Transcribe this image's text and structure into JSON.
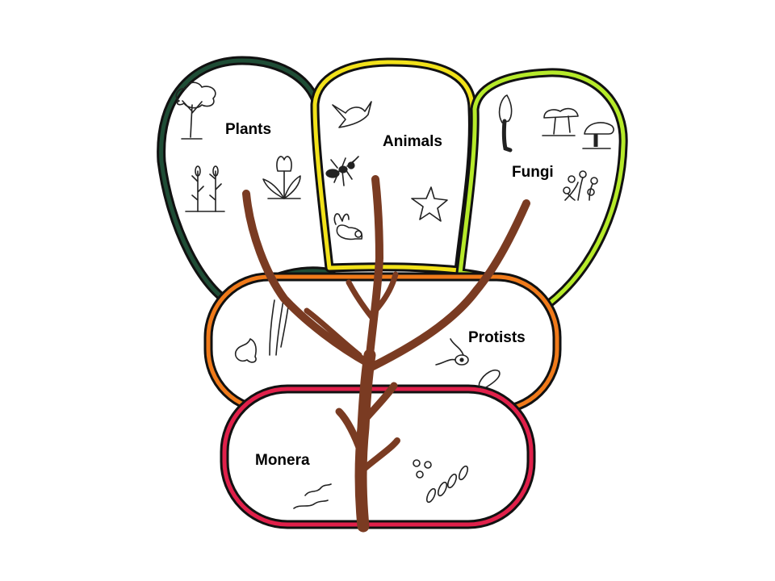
{
  "kingdoms": {
    "plants": {
      "label": "Plants",
      "color": "#1f4d36"
    },
    "animals": {
      "label": "Animals",
      "color": "#f2e21a"
    },
    "fungi": {
      "label": "Fungi",
      "color": "#b6ea2a"
    },
    "protists": {
      "label": "Protists",
      "color": "#f07a1a"
    },
    "monera": {
      "label": "Monera",
      "color": "#e0204a"
    }
  },
  "outline_color": "#111111",
  "tree_color": "#7a3b22"
}
